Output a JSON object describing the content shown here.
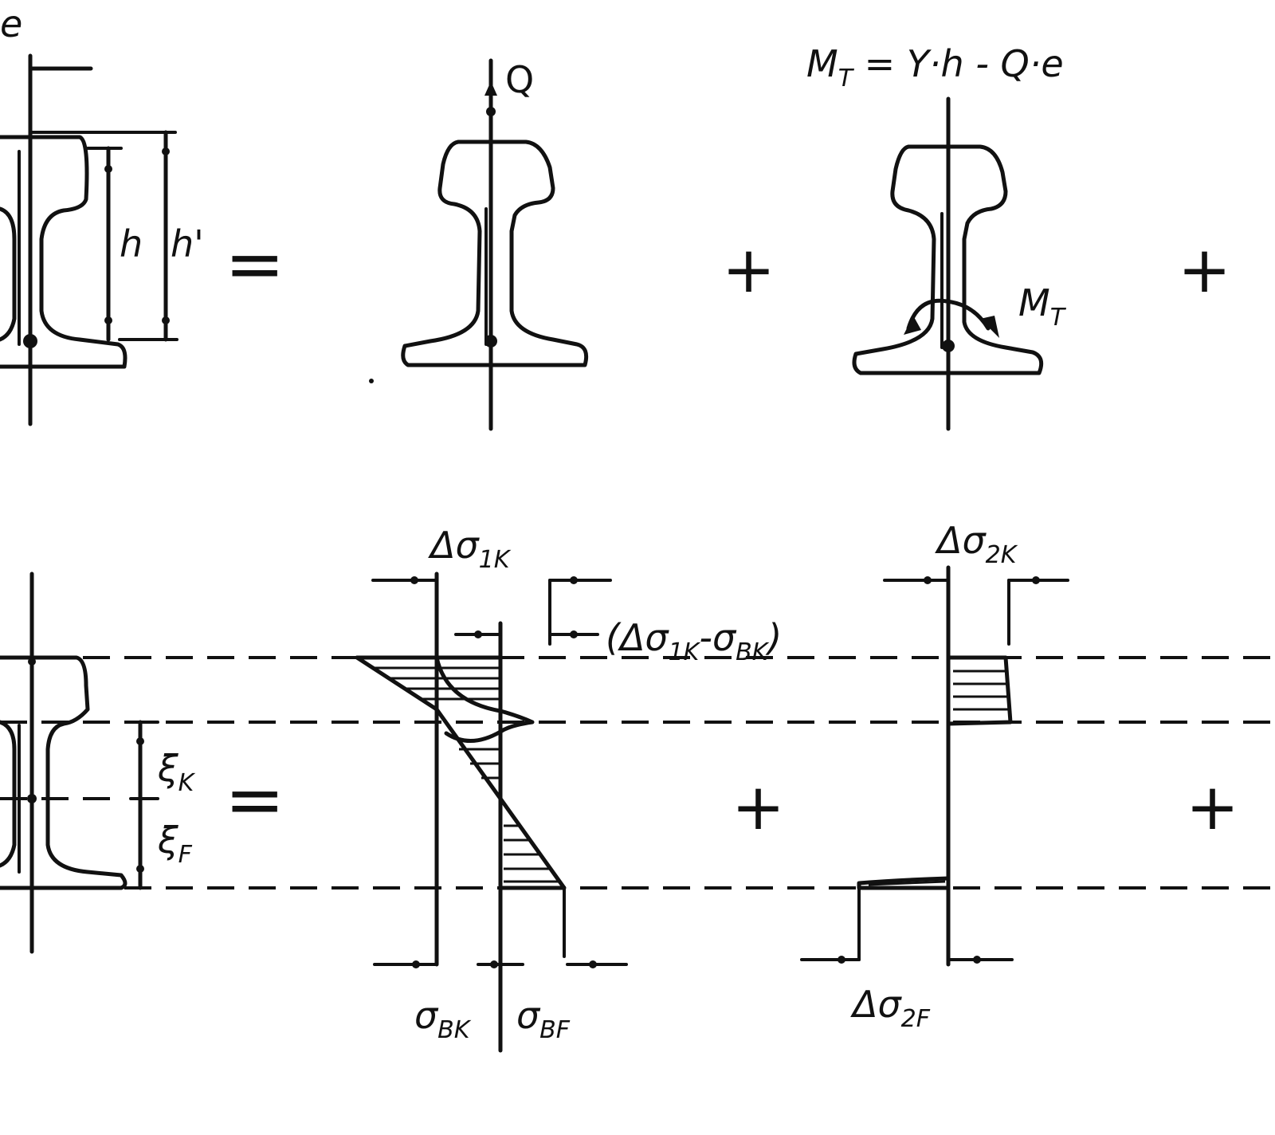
{
  "labels": {
    "e": "e",
    "Q": "Q",
    "h": "h",
    "h_prime": "h'",
    "moment_eq": {
      "base": "M",
      "sub": "T",
      "rest": " = Y·h - Q·e"
    },
    "MT": {
      "base": "M",
      "sub": "T"
    },
    "equals_top": "=",
    "plus_top_1": "+",
    "plus_top_2": "+",
    "equals_bottom": "=",
    "plus_bottom_1": "+",
    "plus_bottom_2": "+",
    "xi_K": {
      "base": "ξ",
      "sub": "K"
    },
    "xi_F": {
      "base": "ξ",
      "sub": "F"
    },
    "d_sigma_1K": {
      "base": "Δσ",
      "sub": "1K"
    },
    "d_sigma_1K_minus_BK": {
      "pre": "(Δσ",
      "sub1": "1K",
      "mid": "-σ",
      "sub2": "BK",
      "post": ")"
    },
    "sigma_BK": {
      "base": "σ",
      "sub": "BK"
    },
    "sigma_BF": {
      "base": "σ",
      "sub": "BF"
    },
    "d_sigma_2K": {
      "base": "Δσ",
      "sub": "2K"
    },
    "d_sigma_2F": {
      "base": "Δσ",
      "sub": "2F"
    }
  },
  "colors": {
    "ink": "#111111",
    "paper": "#ffffff"
  }
}
